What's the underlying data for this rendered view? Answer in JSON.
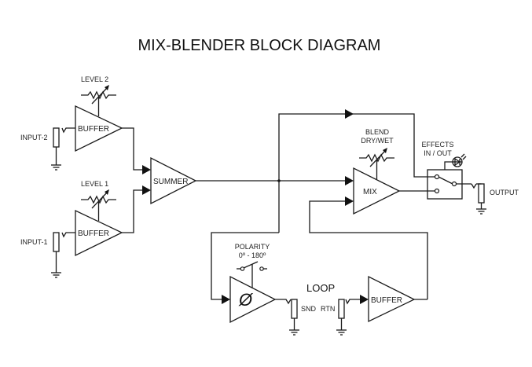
{
  "title": "MIX-BLENDER BLOCK DIAGRAM",
  "blocks": {
    "buffer_2": "BUFFER",
    "buffer_1": "BUFFER",
    "summer": "SUMMER",
    "mix": "MIX",
    "polarity_symbol": "Ø",
    "loop_buffer": "BUFFER"
  },
  "labels": {
    "input_2": "INPUT-2",
    "input_1": "INPUT-1",
    "level_2": "LEVEL 2",
    "level_1": "LEVEL 1",
    "blend_line1": "BLEND",
    "blend_line2": "DRY/WET",
    "effects_line1": "EFFECTS",
    "effects_line2": "IN / OUT",
    "output": "OUTPUT",
    "polarity_line1": "POLARITY",
    "polarity_line2": "0º - 180º",
    "loop": "LOOP",
    "snd": "SND",
    "rtn": "RTN"
  }
}
